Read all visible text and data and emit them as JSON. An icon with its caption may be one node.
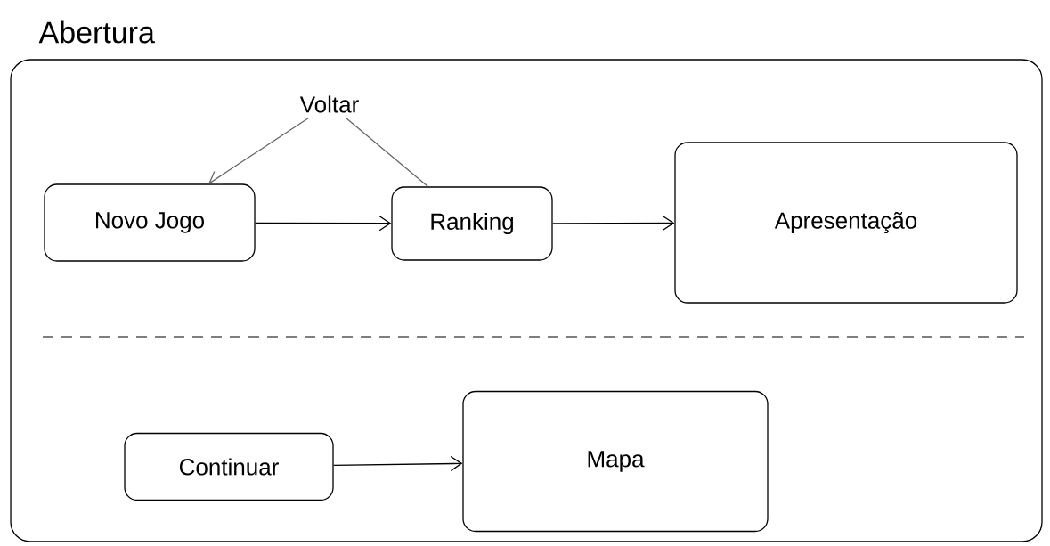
{
  "diagram": {
    "nodes": [
      {
        "text": [
          "Abertura"
        ]
      },
      {
        "text": [
          "Novo Jogo"
        ],
        "in": 0
      },
      {
        "text": [
          "Ranking"
        ],
        "in": 0
      },
      {
        "text": [
          "Apresentação"
        ],
        "in": 0
      },
      {
        "text": [
          "Continuar"
        ],
        "in": 0
      },
      {
        "text": [
          "Mapa"
        ],
        "in": 0
      },
      {
        "text": [
          "Voltar"
        ],
        "in": 0
      }
    ],
    "edges": [
      {
        "from": 1,
        "to": 2,
        "arrow": "to"
      },
      {
        "from": 2,
        "to": 3,
        "arrow": "to"
      },
      {
        "from": 4,
        "to": 5,
        "arrow": "to"
      },
      {
        "from": 2,
        "to": 6,
        "arrow": "none",
        "color": "#666666"
      },
      {
        "from": 6,
        "to": 1,
        "arrow": "to",
        "color": "#666666"
      }
    ]
  }
}
